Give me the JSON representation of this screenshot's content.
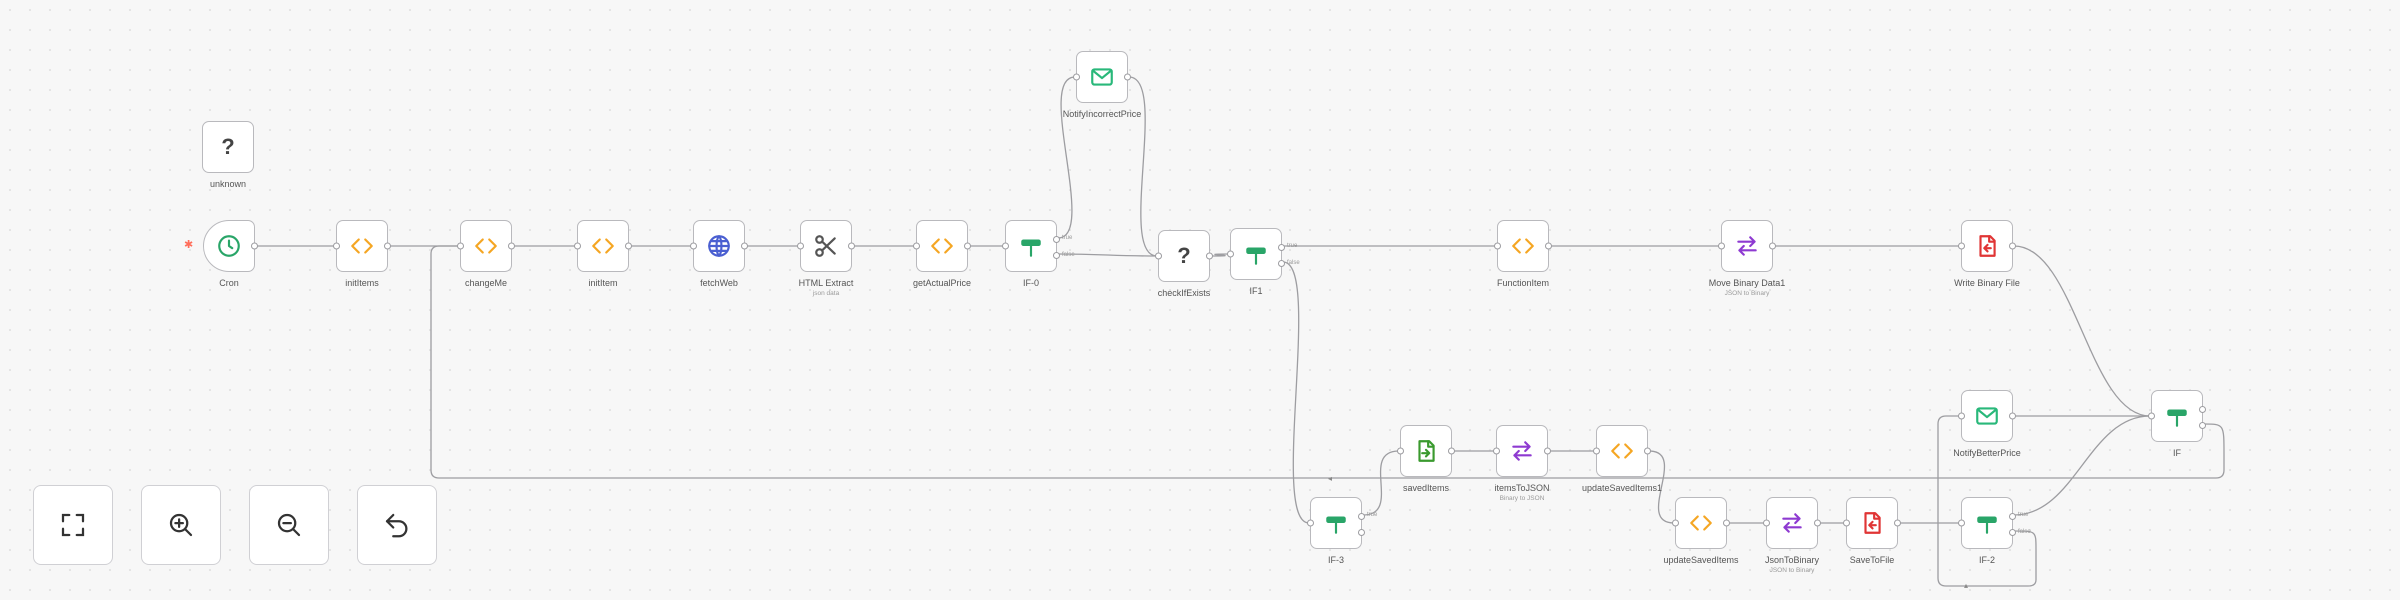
{
  "canvas": {
    "controls": [
      {
        "name": "fit-view-button",
        "icon": "fullscreen-icon"
      },
      {
        "name": "zoom-in-button",
        "icon": "zoom-in-icon"
      },
      {
        "name": "zoom-out-button",
        "icon": "zoom-out-icon"
      },
      {
        "name": "reset-zoom-button",
        "icon": "undo-icon"
      }
    ]
  },
  "workflow": {
    "nodes": [
      {
        "id": "unknown",
        "label": "unknown",
        "subtitle": "",
        "icon": "question-mark-icon",
        "kind": "unknown",
        "color": "#444444"
      },
      {
        "id": "cron",
        "label": "Cron",
        "subtitle": "",
        "icon": "clock-icon",
        "kind": "clock",
        "color": "#29a568"
      },
      {
        "id": "initItems",
        "label": "initItems",
        "subtitle": "",
        "icon": "code-icon",
        "kind": "code",
        "color": "#f5a623"
      },
      {
        "id": "changeMe",
        "label": "changeMe",
        "subtitle": "",
        "icon": "code-icon",
        "kind": "code",
        "color": "#f5a623"
      },
      {
        "id": "initItem",
        "label": "initItem",
        "subtitle": "",
        "icon": "code-icon",
        "kind": "code",
        "color": "#f5a623"
      },
      {
        "id": "fetchWeb",
        "label": "fetchWeb",
        "subtitle": "",
        "icon": "globe-icon",
        "kind": "globe",
        "color": "#4a5fd1"
      },
      {
        "id": "htmlExtract",
        "label": "HTML Extract",
        "subtitle": "json data",
        "icon": "scissors-icon",
        "kind": "scissors",
        "color": "#555555"
      },
      {
        "id": "getActualPrice",
        "label": "getActualPrice",
        "subtitle": "",
        "icon": "code-icon",
        "kind": "code",
        "color": "#f5a623"
      },
      {
        "id": "if0",
        "label": "IF-0",
        "subtitle": "",
        "icon": "if-signpost-icon",
        "kind": "if",
        "color": "#29a568"
      },
      {
        "id": "notifyIncorrectPrice",
        "label": "NotifyIncorrectPrice",
        "subtitle": "",
        "icon": "envelope-icon",
        "kind": "mail",
        "color": "#29b87a"
      },
      {
        "id": "checkIfExists",
        "label": "checkIfExists",
        "subtitle": "",
        "icon": "question-mark-icon",
        "kind": "unknown",
        "color": "#444444"
      },
      {
        "id": "if1",
        "label": "IF1",
        "subtitle": "",
        "icon": "if-signpost-icon",
        "kind": "if",
        "color": "#29a568"
      },
      {
        "id": "functionItem",
        "label": "FunctionItem",
        "subtitle": "",
        "icon": "code-icon",
        "kind": "code",
        "color": "#f5a623"
      },
      {
        "id": "moveBinaryData1",
        "label": "Move Binary Data1",
        "subtitle": "JSON to Binary",
        "icon": "swap-arrows-icon",
        "kind": "swap",
        "color": "#8e3ad1"
      },
      {
        "id": "writeBinaryFile",
        "label": "Write Binary File",
        "subtitle": "",
        "icon": "file-write-icon",
        "kind": "file",
        "color": "#e03535"
      },
      {
        "id": "savedItems",
        "label": "savedItems",
        "subtitle": "",
        "icon": "file-read-icon",
        "kind": "fileread",
        "color": "#3a9a2e"
      },
      {
        "id": "itemsToJSON",
        "label": "itemsToJSON",
        "subtitle": "Binary to JSON",
        "icon": "swap-arrows-icon",
        "kind": "swap",
        "color": "#8e3ad1"
      },
      {
        "id": "updateSavedItems1",
        "label": "updateSavedItems1",
        "subtitle": "",
        "icon": "code-icon",
        "kind": "code",
        "color": "#f5a623"
      },
      {
        "id": "if3",
        "label": "IF-3",
        "subtitle": "",
        "icon": "if-signpost-icon",
        "kind": "if",
        "color": "#29a568"
      },
      {
        "id": "updateSavedItems",
        "label": "updateSavedItems",
        "subtitle": "",
        "icon": "code-icon",
        "kind": "code",
        "color": "#f5a623"
      },
      {
        "id": "jsonToBinary",
        "label": "JsonToBinary",
        "subtitle": "JSON to Binary",
        "icon": "swap-arrows-icon",
        "kind": "swap",
        "color": "#8e3ad1"
      },
      {
        "id": "saveToFile",
        "label": "SaveToFile",
        "subtitle": "",
        "icon": "file-write-icon",
        "kind": "file",
        "color": "#e03535"
      },
      {
        "id": "notifyBetterPrice",
        "label": "NotifyBetterPrice",
        "subtitle": "",
        "icon": "envelope-icon",
        "kind": "mail",
        "color": "#29b87a"
      },
      {
        "id": "if2",
        "label": "IF-2",
        "subtitle": "",
        "icon": "if-signpost-icon",
        "kind": "if",
        "color": "#29a568"
      },
      {
        "id": "ifFinal",
        "label": "IF",
        "subtitle": "",
        "icon": "if-signpost-icon",
        "kind": "if",
        "color": "#29a568"
      }
    ],
    "branch_labels": [
      {
        "id": "if0-true",
        "text": "true"
      },
      {
        "id": "if0-false",
        "text": "false"
      },
      {
        "id": "if1-true",
        "text": "true"
      },
      {
        "id": "if1-false",
        "text": "false"
      },
      {
        "id": "if3-true",
        "text": "true"
      },
      {
        "id": "if2-true",
        "text": "true"
      },
      {
        "id": "if2-false",
        "text": "false"
      }
    ]
  }
}
